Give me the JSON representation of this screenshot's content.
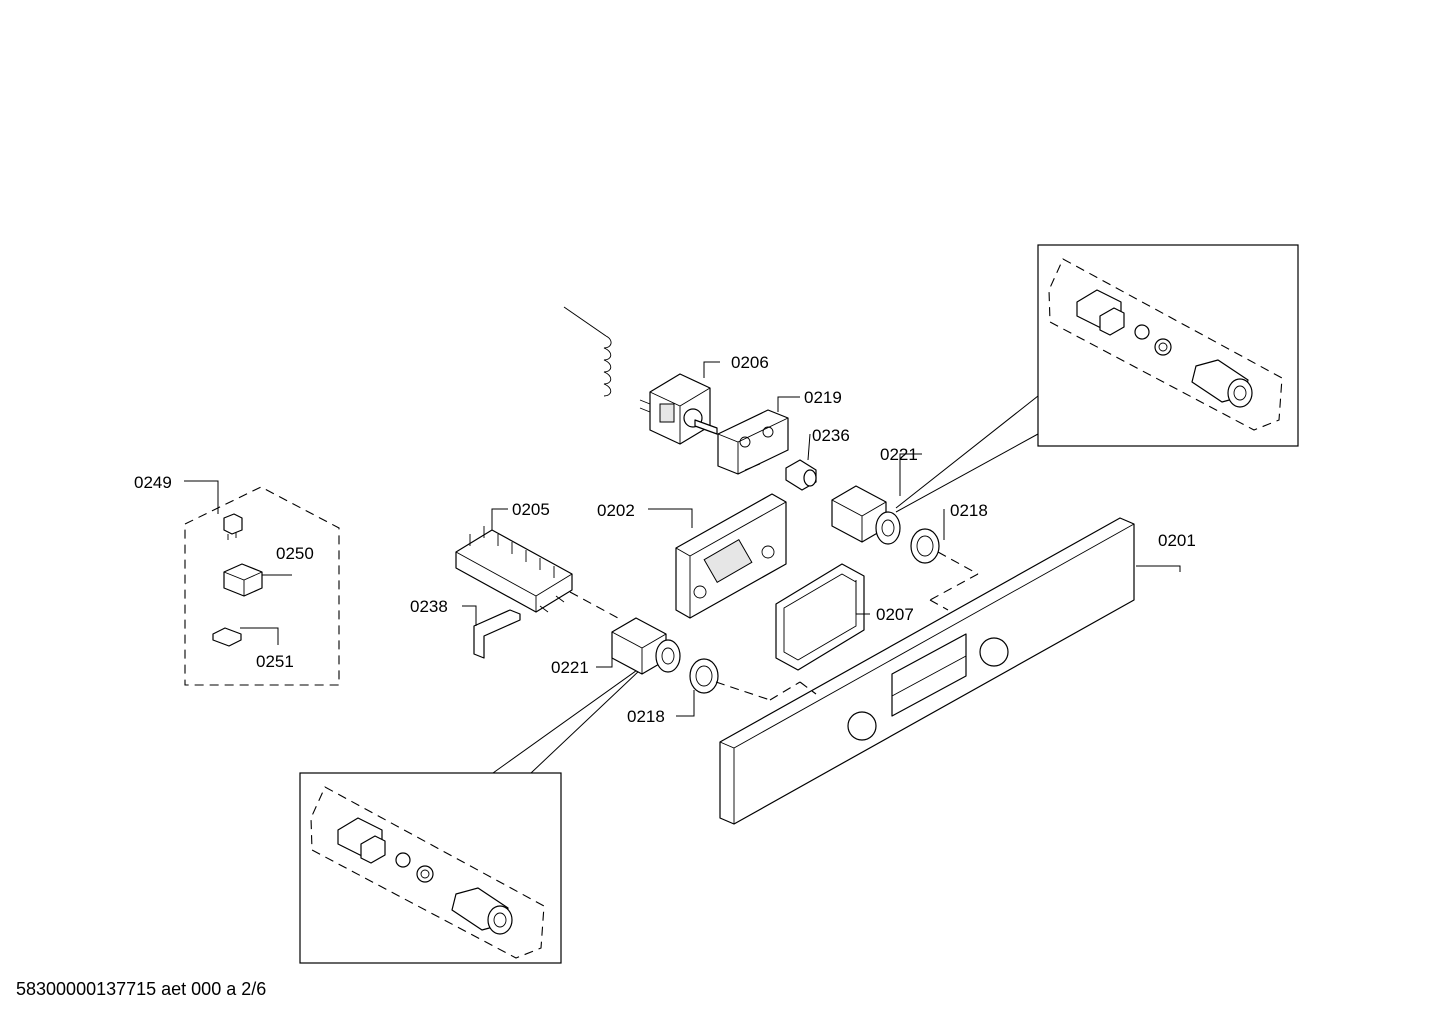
{
  "labels": {
    "p0206": "0206",
    "p0219": "0219",
    "p0236": "0236",
    "p0221a": "0221",
    "p0218a": "0218",
    "p0201": "0201",
    "p0202": "0202",
    "p0205": "0205",
    "p0207": "0207",
    "p0238": "0238",
    "p0221b": "0221",
    "p0218b": "0218",
    "p0249": "0249",
    "p0250": "0250",
    "p0251": "0251"
  },
  "footer": "58300000137715 aet 000 a 2/6"
}
